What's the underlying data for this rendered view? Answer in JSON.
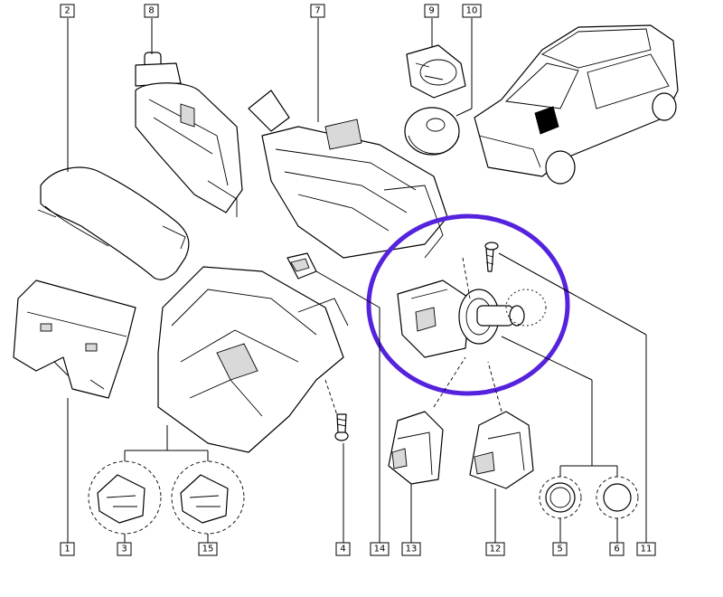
{
  "callouts": {
    "c1": "1",
    "c2": "2",
    "c3": "3",
    "c4": "4",
    "c5": "5",
    "c6": "6",
    "c7": "7",
    "c8": "8",
    "c9": "9",
    "c10": "10",
    "c11": "11",
    "c12": "12",
    "c13": "13",
    "c14": "14",
    "c15": "15"
  },
  "switch_face_text": "",
  "colors": {
    "highlight": "#5522dd",
    "line": "#000000",
    "fill": "#ffffff"
  }
}
